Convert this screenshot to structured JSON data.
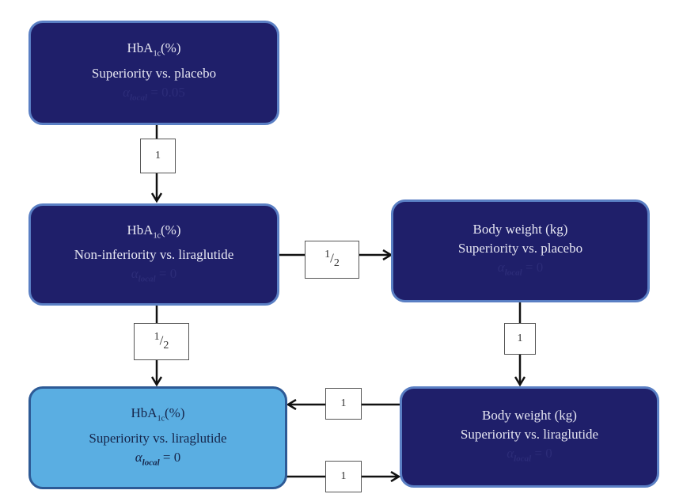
{
  "nodes": [
    {
      "id": "n1",
      "title_main": "HbA",
      "title_sub": "1c",
      "title_suffix": "(%)",
      "subtitle": "Superiority vs. placebo",
      "alpha_symbol": "α",
      "alpha_sub": "local",
      "alpha_value": "= 0.05",
      "color": "#1f1f6a"
    },
    {
      "id": "n2",
      "title_main": "HbA",
      "title_sub": "1c",
      "title_suffix": "(%)",
      "subtitle": "Non-inferiority vs. liraglutide",
      "alpha_symbol": "α",
      "alpha_sub": "local",
      "alpha_value": "= 0",
      "color": "#1f1f6a"
    },
    {
      "id": "n3",
      "title": "Body weight (kg)",
      "subtitle": "Superiority vs. placebo",
      "alpha_symbol": "α",
      "alpha_sub": "local",
      "alpha_value": "= 0",
      "color": "#1f1f6a"
    },
    {
      "id": "n4",
      "title_main": "HbA",
      "title_sub": "1c",
      "title_suffix": "(%)",
      "subtitle": "Superiority vs. liraglutide",
      "alpha_symbol": "α",
      "alpha_sub": "local",
      "alpha_value": "= 0",
      "color": "#5aaee2"
    },
    {
      "id": "n5",
      "title": "Body weight (kg)",
      "subtitle": "Superiority vs. liraglutide",
      "alpha_symbol": "α",
      "alpha_sub": "local",
      "alpha_value": "= 0",
      "color": "#1f1f6a"
    }
  ],
  "edges": [
    {
      "from": "n1",
      "to": "n2",
      "weight": "1"
    },
    {
      "from": "n2",
      "to": "n3",
      "weight_num": "1",
      "weight_den": "2"
    },
    {
      "from": "n2",
      "to": "n4",
      "weight_num": "1",
      "weight_den": "2"
    },
    {
      "from": "n3",
      "to": "n5",
      "weight": "1"
    },
    {
      "from": "n5",
      "to": "n4",
      "weight": "1"
    },
    {
      "from": "n4",
      "to": "n5",
      "weight": "1"
    }
  ]
}
